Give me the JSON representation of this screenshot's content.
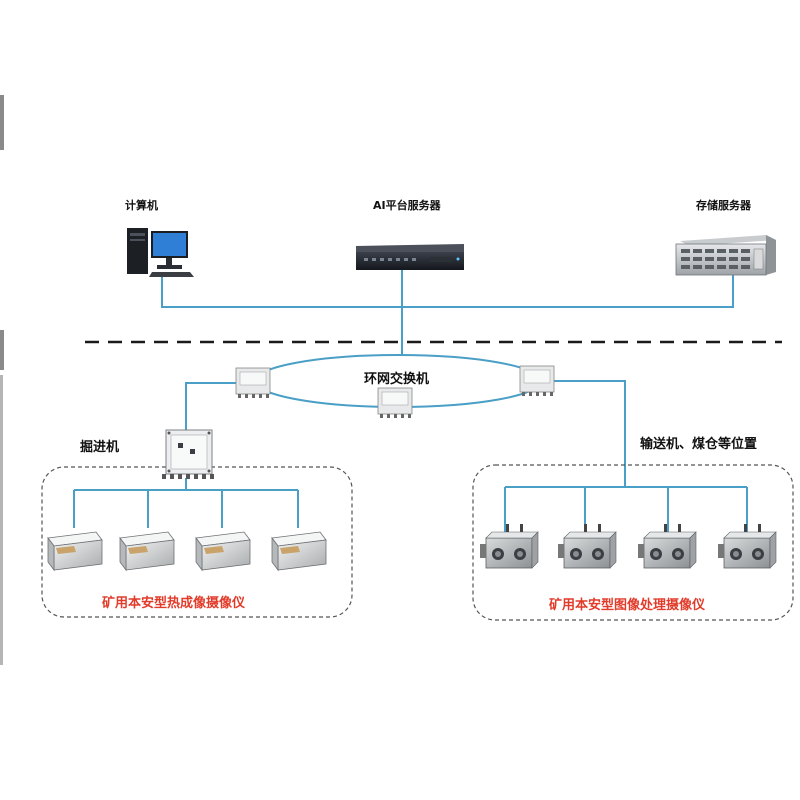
{
  "labels": {
    "computer": "计算机",
    "ai_server": "AI平台服务器",
    "storage_server": "存储服务器",
    "ring_switch": "环网交换机",
    "tunneling_machine": "掘进机",
    "conveyor_location": "输送机、煤仓等位置",
    "thermal_cameras": "矿用本安型热成像摄像仪",
    "image_cameras": "矿用本安型图像处理摄像仪"
  },
  "colors": {
    "link": "#4a9fc6",
    "dashed_divider": "#1a1a1a",
    "group_border": "#555555",
    "caption_red": "#e23b2a"
  },
  "icons": {
    "computer": "desktop-computer-icon",
    "ai_server": "rack-server-icon",
    "storage_server": "storage-server-icon",
    "switch": "ring-switch-icon",
    "junction_box": "explosion-proof-box-icon",
    "thermal_camera": "thermal-camera-icon",
    "image_camera": "image-camera-icon"
  }
}
